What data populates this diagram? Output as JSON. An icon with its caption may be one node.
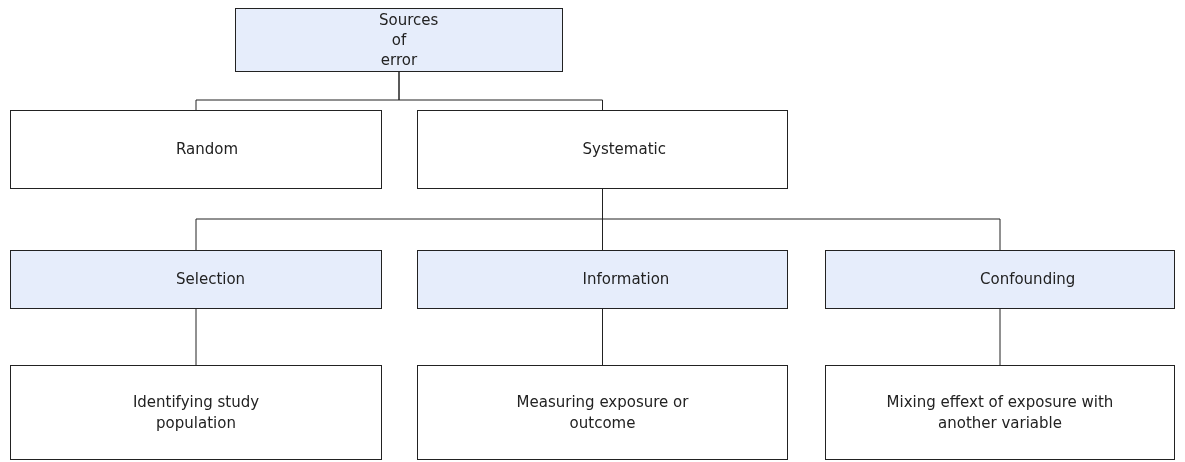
{
  "diagram": {
    "nodes": [
      {
        "text": [
          "Sources of error"
        ]
      },
      {
        "text": [
          "Random"
        ]
      },
      {
        "text": [
          "Systematic"
        ]
      },
      {
        "text": [
          "Selection"
        ]
      },
      {
        "text": [
          "Information"
        ]
      },
      {
        "text": [
          "Confounding"
        ]
      },
      {
        "text": [
          "Identifying study population"
        ]
      },
      {
        "text": [
          "Measuring exposure or outcome"
        ]
      },
      {
        "text": [
          "Mixing effext of exposure with another variable"
        ]
      }
    ],
    "edges": [
      {
        "from": 0,
        "to": 1,
        "arrow": "none"
      },
      {
        "from": 0,
        "to": 2,
        "arrow": "none"
      },
      {
        "from": 2,
        "to": 3,
        "arrow": "none"
      },
      {
        "from": 2,
        "to": 4,
        "arrow": "none"
      },
      {
        "from": 2,
        "to": 5,
        "arrow": "none"
      },
      {
        "from": 3,
        "to": 6,
        "arrow": "none"
      },
      {
        "from": 4,
        "to": 7,
        "arrow": "none"
      },
      {
        "from": 5,
        "to": 8,
        "arrow": "none"
      }
    ]
  }
}
